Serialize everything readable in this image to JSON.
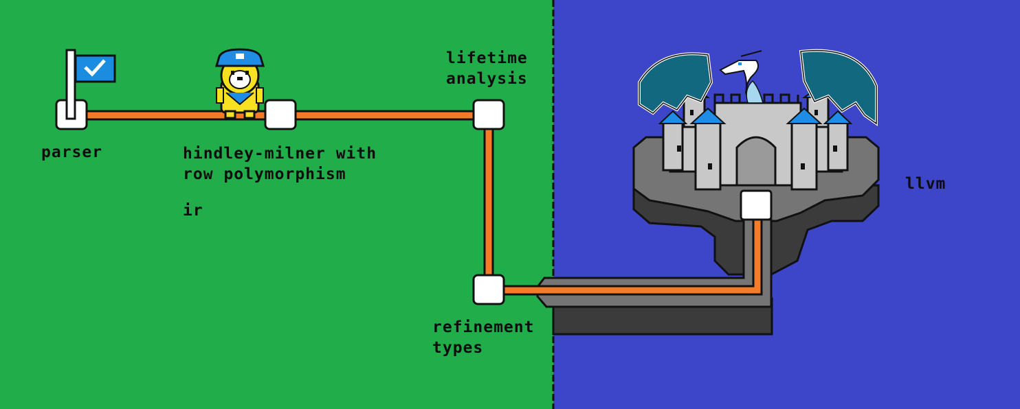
{
  "map": {
    "colors": {
      "grass": "#22ad4b",
      "water": "#3d45c8",
      "path": "#f47b27",
      "outline": "#111111",
      "node": "#ffffff",
      "flag": "#1a8de0",
      "island_top": "#757575",
      "island_side": "#3b3b3b",
      "castle_wall": "#c8c8c8",
      "castle_roof": "#1f8de6",
      "dragon_wing": "#12697f"
    },
    "levels": [
      {
        "id": "parser",
        "label": "parser",
        "status": "completed",
        "icon": "checkmark-flag-icon"
      },
      {
        "id": "hindley-milner",
        "label": "hindley-milner with\nrow polymorphism",
        "status": "current",
        "icon": "player-bear-icon"
      },
      {
        "id": "ir",
        "label": "ir",
        "status": "open"
      },
      {
        "id": "lifetime",
        "label": "lifetime\nanalysis",
        "status": "open"
      },
      {
        "id": "refinement",
        "label": "refinement\ntypes",
        "status": "open"
      },
      {
        "id": "llvm",
        "label": "llvm",
        "status": "boss",
        "icon": "dragon-castle-icon"
      }
    ]
  }
}
